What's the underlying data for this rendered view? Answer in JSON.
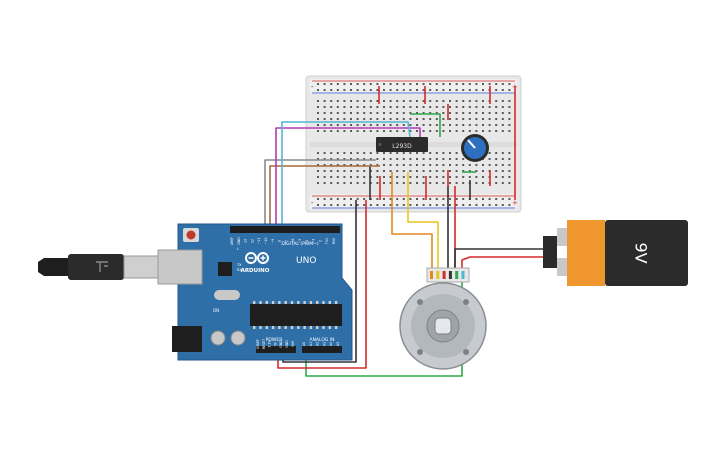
{
  "breadboard": {
    "top_minus": "-",
    "top_plus": "+",
    "bottom_minus": "-",
    "bottom_plus": "+"
  },
  "ic": {
    "label": "L293D"
  },
  "arduino": {
    "brand": "ARDUINO",
    "model": "UNO",
    "digital_label": "DIGITAL (PWM~)",
    "power_label": "POWER",
    "analog_label": "ANALOG IN",
    "header_digital": [
      "AREF",
      "GND",
      "13",
      "12",
      "~11",
      "~10",
      "~9",
      "8",
      "7",
      "~6",
      "~5",
      "4",
      "~3",
      "2",
      "TX1",
      "RX0"
    ],
    "header_power": [
      "IOREF",
      "RESET",
      "3.3V",
      "5V",
      "GND",
      "GND",
      "VIN"
    ],
    "header_analog": [
      "A0",
      "A1",
      "A2",
      "A3",
      "A4",
      "A5"
    ],
    "led_labels": [
      "L",
      "TX",
      "RX"
    ],
    "on_label": "ON"
  },
  "battery": {
    "label": "9V"
  },
  "colors": {
    "board_blue": "#2f6fa8",
    "wire_red": "#d42a2a",
    "wire_black": "#333333",
    "wire_green": "#2fa84a",
    "wire_yellow": "#e8c61f",
    "wire_orange": "#e08a1e",
    "wire_cyan": "#4fb7d6",
    "wire_magenta": "#b23ab8",
    "wire_gray": "#8a8a8a",
    "wire_brown": "#a56a3a",
    "battery_orange": "#f0962e",
    "battery_black": "#2b2b2b"
  },
  "icons": {
    "usb": "usb-cable-icon",
    "pot": "potentiometer-icon",
    "motor": "dc-motor-encoder-icon"
  }
}
